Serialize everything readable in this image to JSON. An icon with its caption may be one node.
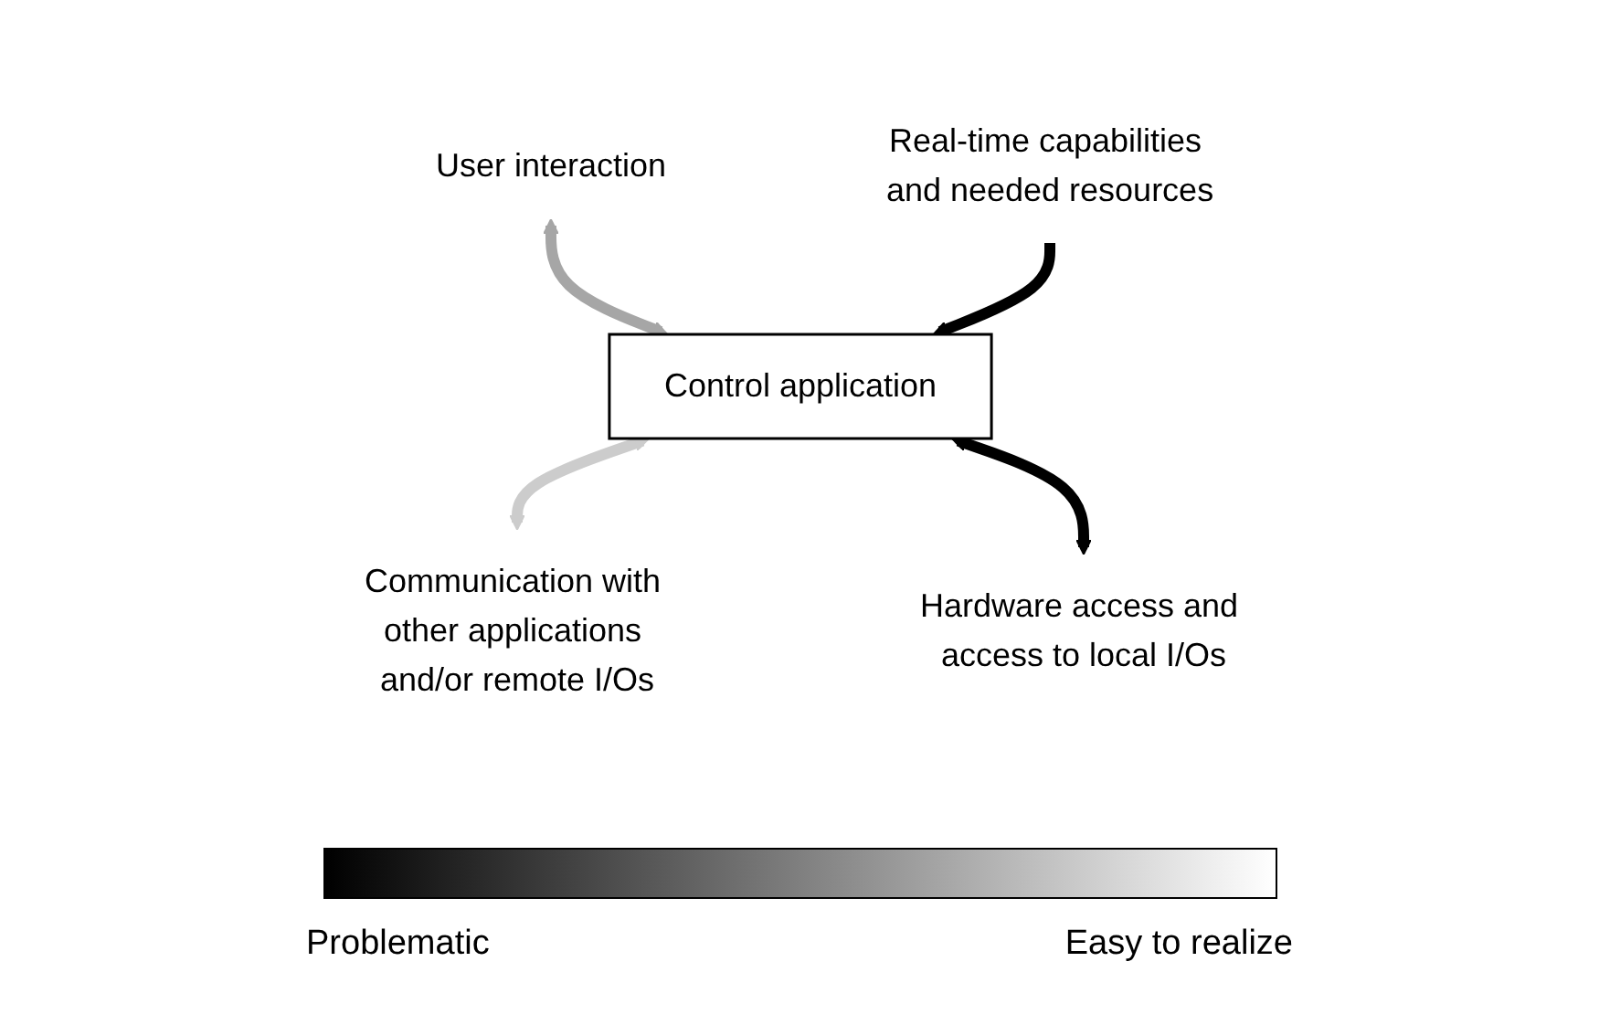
{
  "diagram": {
    "nodes": [
      {
        "text": [
          "User interaction"
        ]
      },
      {
        "text": [
          "Control application"
        ]
      },
      {
        "text": [
          "Real-time capabilities and needed resources"
        ]
      },
      {
        "text": [
          "Communication with other applications and/or remote I/Os"
        ]
      },
      {
        "text": [
          "Hardware access and access to local I/Os"
        ]
      },
      {
        "text": [],
        "shape": "bar"
      }
    ],
    "edges": [
      {
        "from": 0,
        "to": 1,
        "arrow": "both",
        "color": "#a6a6a6"
      },
      {
        "from": 2,
        "to": 1,
        "arrow": "to",
        "color": "#000000"
      },
      {
        "from": 1,
        "to": 3,
        "arrow": "both",
        "color": "#cccccc"
      },
      {
        "from": 1,
        "to": 4,
        "arrow": "both",
        "color": "#000000"
      }
    ],
    "labels": [
      "Problematic",
      "Easy to realize"
    ]
  }
}
